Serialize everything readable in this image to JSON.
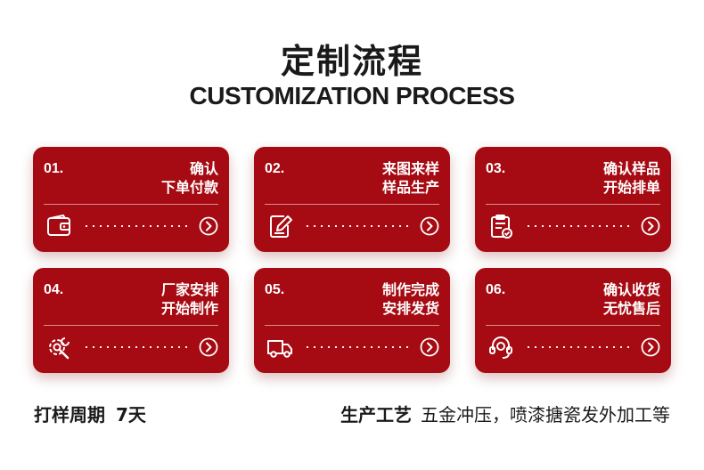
{
  "header": {
    "title_cn": "定制流程",
    "title_en": "CUSTOMIZATION PROCESS"
  },
  "accent_color": "#a60a12",
  "steps": [
    {
      "num": "01.",
      "line1": "确认",
      "line2": "下单付款",
      "icon": "wallet-icon"
    },
    {
      "num": "02.",
      "line1": "来图来样",
      "line2": "样品生产",
      "icon": "edit-document-icon"
    },
    {
      "num": "03.",
      "line1": "确认样品",
      "line2": "开始排单",
      "icon": "clipboard-check-icon"
    },
    {
      "num": "04.",
      "line1": "厂家安排",
      "line2": "开始制作",
      "icon": "gear-wrench-icon"
    },
    {
      "num": "05.",
      "line1": "制作完成",
      "line2": "安排发货",
      "icon": "truck-icon"
    },
    {
      "num": "06.",
      "line1": "确认收货",
      "line2": "无忧售后",
      "icon": "headset-support-icon"
    }
  ],
  "footer": {
    "sample_label": "打样周期",
    "sample_days": "7天",
    "process_label": "生产工艺",
    "process_value": "五金冲压，喷漆搪瓷发外加工等"
  }
}
